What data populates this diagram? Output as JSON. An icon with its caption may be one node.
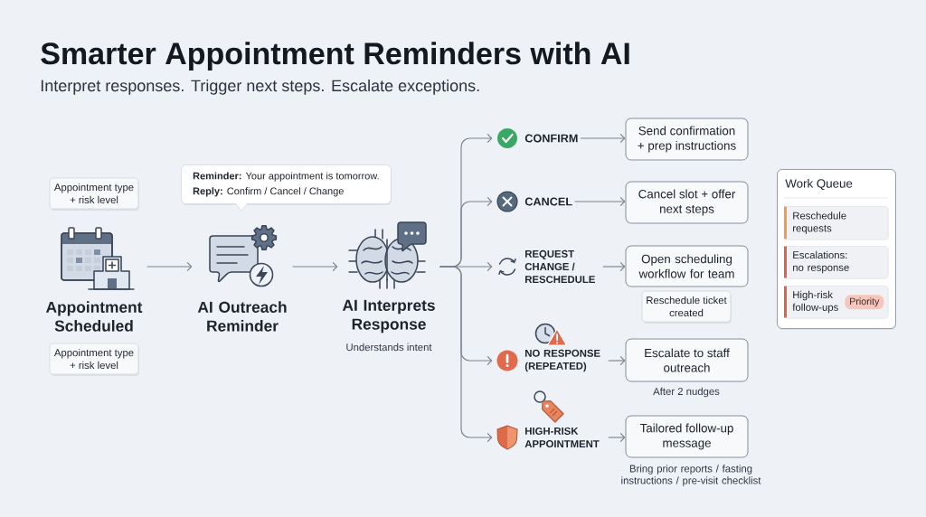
{
  "diagram": {
    "title": "Smarter Appointment Reminders with AI",
    "nodes": [
      {
        "text": [
          "Appointment type + risk level"
        ]
      },
      {
        "text": [
          "Appointment Scheduled"
        ]
      },
      {
        "text": [
          "Appointment type + risk level"
        ]
      },
      {
        "text": [
          "**Reminder:** Your appointment is tomorrow.",
          "**Reply:** Confirm / Cancel / Change"
        ]
      },
      {
        "text": [
          "AI Outreach Reminder"
        ]
      },
      {
        "text": [
          "AI Interprets Response"
        ],
        "beside": [
          "Understands intent"
        ]
      },
      {
        "text": [
          "CONFIRM"
        ]
      },
      {
        "text": [
          "Send confirmation + prep instructions"
        ]
      },
      {
        "text": [
          "CANCEL"
        ]
      },
      {
        "text": [
          "Cancel slot + offer next steps"
        ]
      },
      {
        "text": [
          "REQUEST CHANGE / RESCHEDULE"
        ]
      },
      {
        "text": [
          "Open scheduling workflow for team"
        ]
      },
      {
        "text": [
          "Reschedule ticket created"
        ]
      },
      {
        "text": [
          "NO RESPONSE (REPEATED)"
        ]
      },
      {
        "text": [
          "Escalate to staff outreach"
        ],
        "beside": [
          "After 2 nudges"
        ]
      },
      {
        "text": [
          "HIGH-RISK APPOINTMENT"
        ]
      },
      {
        "text": [
          "Tailored follow-up message"
        ],
        "beside": [
          "Bring prior reports / fasting instructions / pre-visit checklist"
        ]
      },
      {
        "text": [
          "Work Queue"
        ]
      },
      {
        "text": [
          "Reschedule requests"
        ],
        "in": 17
      },
      {
        "text": [
          "Escalations: no response"
        ],
        "in": 17
      },
      {
        "text": [
          "High-risk follow-ups"
        ],
        "in": 17
      },
      {
        "text": [
          "Priority"
        ],
        "in": 20
      }
    ],
    "edges": [
      {
        "from": 1,
        "to": 4,
        "arrow": "to"
      },
      {
        "from": 4,
        "to": 5,
        "arrow": "to"
      },
      {
        "from": 5,
        "to": 6,
        "arrow": "to"
      },
      {
        "from": 5,
        "to": 8,
        "arrow": "to"
      },
      {
        "from": 5,
        "to": 10,
        "arrow": "to"
      },
      {
        "from": 5,
        "to": 13,
        "arrow": "to"
      },
      {
        "from": 5,
        "to": 15,
        "arrow": "to"
      },
      {
        "from": 6,
        "to": 7,
        "arrow": "to"
      },
      {
        "from": 8,
        "to": 9,
        "arrow": "to"
      },
      {
        "from": 10,
        "to": 11,
        "arrow": "to"
      },
      {
        "from": 13,
        "to": 14,
        "arrow": "to"
      },
      {
        "from": 15,
        "to": 16,
        "arrow": "to"
      }
    ],
    "labels": [
      "Interpret responses. Trigger next steps. Escalate exceptions."
    ]
  }
}
